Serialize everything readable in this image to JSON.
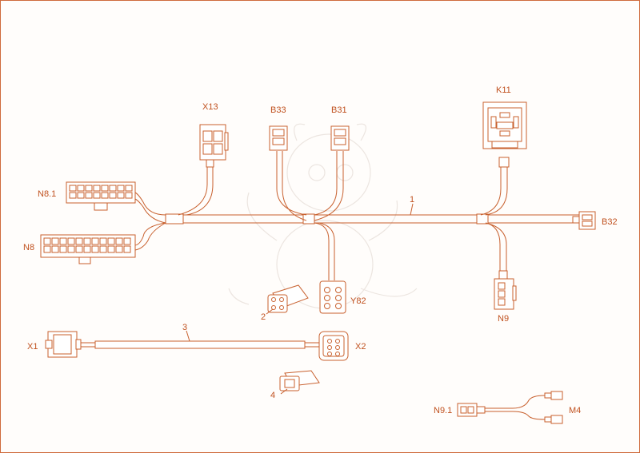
{
  "colors": {
    "line": "#c8602e",
    "text": "#c0511f",
    "border": "#cf6b3c",
    "watermark": "#e9e2dd"
  },
  "labels": {
    "x13": "X13",
    "b33": "B33",
    "b31": "B31",
    "k11": "K11",
    "n8_1": "N8.1",
    "n8": "N8",
    "b32": "B32",
    "n9": "N9",
    "y82": "Y82",
    "x1": "X1",
    "x2": "X2",
    "n9_1": "N9.1",
    "m4": "M4",
    "item1": "1",
    "item2": "2",
    "item3": "3",
    "item4": "4"
  }
}
